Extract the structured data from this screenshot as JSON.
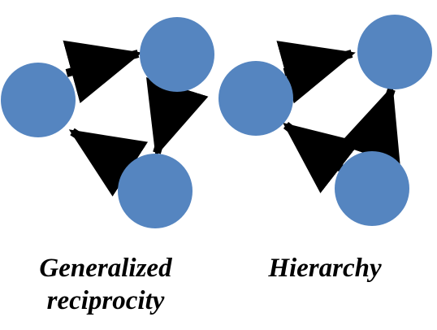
{
  "colors": {
    "node": "#5585C0",
    "arrow": "#000000",
    "background": "#FFFFFF"
  },
  "diagrams": {
    "left": {
      "caption_line1": "Generalized",
      "caption_line2": "reciprocity",
      "nodes": [
        "left",
        "top",
        "bottom"
      ],
      "edges": [
        [
          "left",
          "top"
        ],
        [
          "top",
          "bottom"
        ],
        [
          "bottom",
          "left"
        ]
      ]
    },
    "right": {
      "caption_line1": "Hierarchy",
      "nodes": [
        "left",
        "top",
        "bottom"
      ],
      "edges": [
        [
          "left",
          "top"
        ],
        [
          "bottom",
          "top"
        ],
        [
          "bottom",
          "left"
        ]
      ]
    }
  }
}
